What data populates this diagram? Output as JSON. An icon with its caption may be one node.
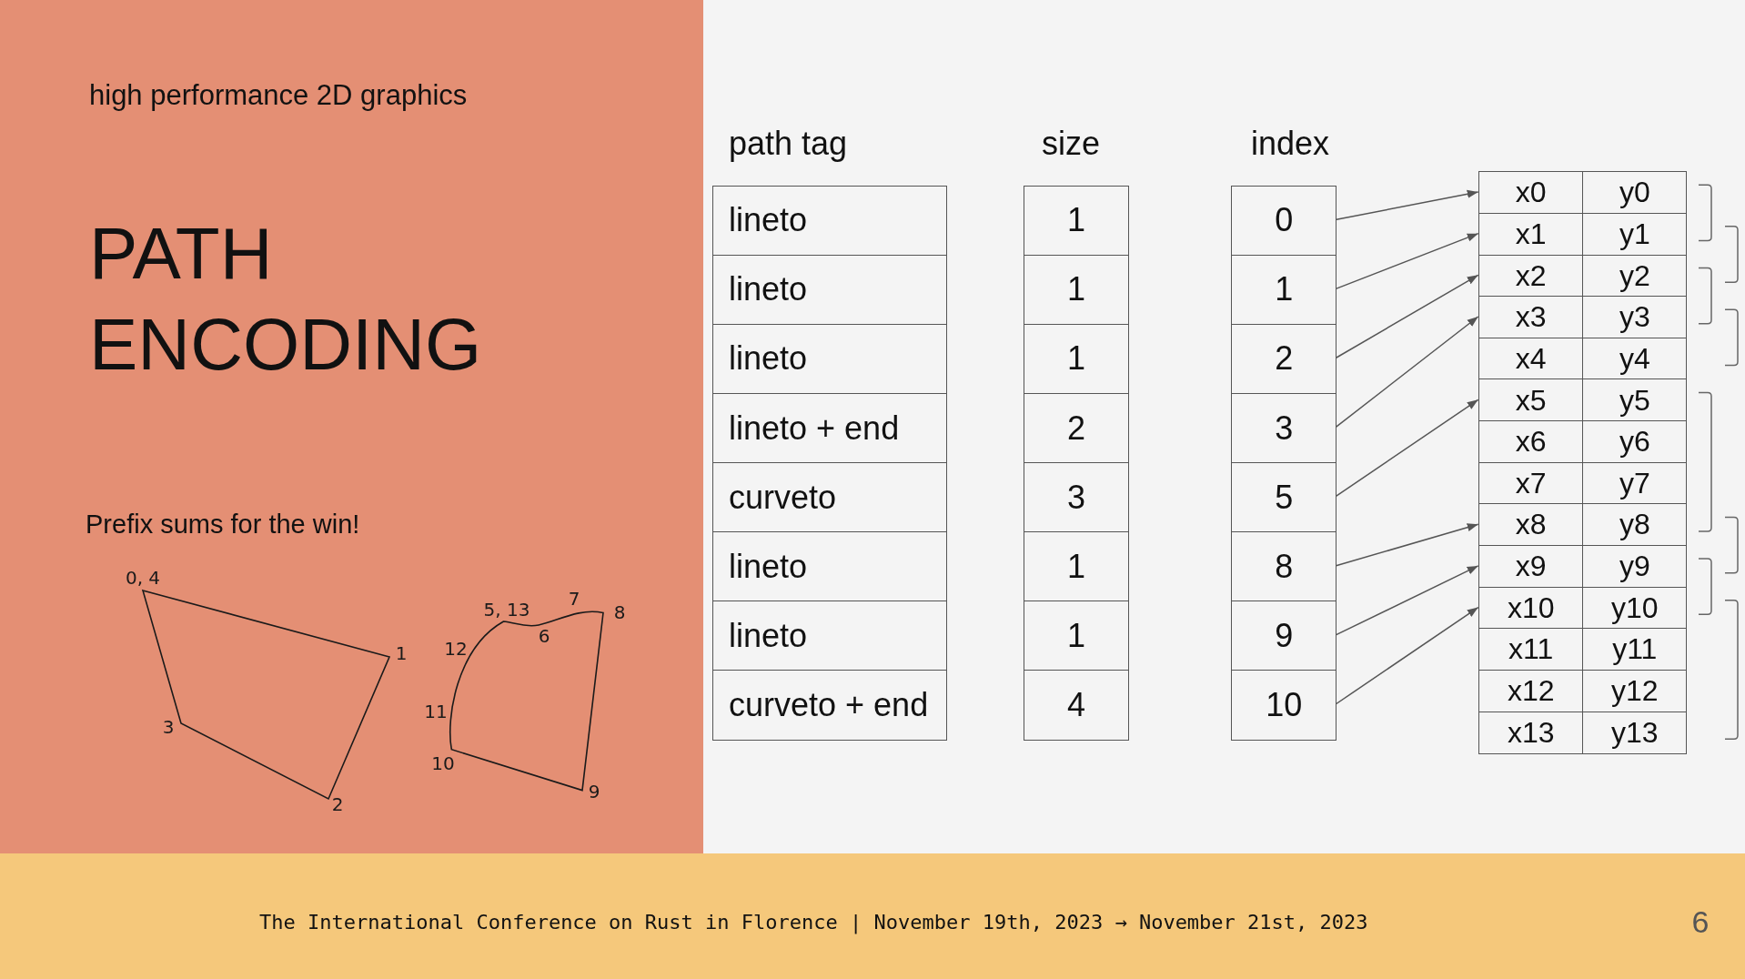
{
  "diagram": {
    "title": "PATH ENCODING",
    "nodes": [
      {
        "text": [
          "lineto"
        ]
      },
      {
        "text": [
          "lineto"
        ]
      },
      {
        "text": [
          "lineto"
        ]
      },
      {
        "text": [
          "lineto + end"
        ]
      },
      {
        "text": [
          "curveto"
        ]
      },
      {
        "text": [
          "lineto"
        ]
      },
      {
        "text": [
          "lineto"
        ]
      },
      {
        "text": [
          "curveto + end"
        ]
      },
      {
        "text": [
          "1"
        ]
      },
      {
        "text": [
          "1"
        ]
      },
      {
        "text": [
          "1"
        ]
      },
      {
        "text": [
          "2"
        ]
      },
      {
        "text": [
          "3"
        ]
      },
      {
        "text": [
          "1"
        ]
      },
      {
        "text": [
          "1"
        ]
      },
      {
        "text": [
          "4"
        ]
      },
      {
        "text": [
          "0"
        ]
      },
      {
        "text": [
          "1"
        ]
      },
      {
        "text": [
          "2"
        ]
      },
      {
        "text": [
          "3"
        ]
      },
      {
        "text": [
          "5"
        ]
      },
      {
        "text": [
          "8"
        ]
      },
      {
        "text": [
          "9"
        ]
      },
      {
        "text": [
          "10"
        ]
      },
      {
        "text": [
          "x0"
        ]
      },
      {
        "text": [
          "y0"
        ]
      },
      {
        "text": [
          "x1"
        ]
      },
      {
        "text": [
          "y1"
        ]
      },
      {
        "text": [
          "x2"
        ]
      },
      {
        "text": [
          "y2"
        ]
      },
      {
        "text": [
          "x3"
        ]
      },
      {
        "text": [
          "y3"
        ]
      },
      {
        "text": [
          "x4"
        ]
      },
      {
        "text": [
          "y4"
        ]
      },
      {
        "text": [
          "x5"
        ]
      },
      {
        "text": [
          "y5"
        ]
      },
      {
        "text": [
          "x6"
        ]
      },
      {
        "text": [
          "y6"
        ]
      },
      {
        "text": [
          "x7"
        ]
      },
      {
        "text": [
          "y7"
        ]
      },
      {
        "text": [
          "x8"
        ]
      },
      {
        "text": [
          "y8"
        ]
      },
      {
        "text": [
          "x9"
        ]
      },
      {
        "text": [
          "y9"
        ]
      },
      {
        "text": [
          "x10"
        ]
      },
      {
        "text": [
          "y10"
        ]
      },
      {
        "text": [
          "x11"
        ]
      },
      {
        "text": [
          "y11"
        ]
      },
      {
        "text": [
          "x12"
        ]
      },
      {
        "text": [
          "y12"
        ]
      },
      {
        "text": [
          "x13"
        ]
      },
      {
        "text": [
          "y13"
        ]
      }
    ],
    "edges": [
      {
        "from": 16,
        "to": 24,
        "arrow": "to"
      },
      {
        "from": 17,
        "to": 26,
        "arrow": "to"
      },
      {
        "from": 18,
        "to": 28,
        "arrow": "to"
      },
      {
        "from": 19,
        "to": 30,
        "arrow": "to"
      },
      {
        "from": 20,
        "to": 34,
        "arrow": "to"
      },
      {
        "from": 21,
        "to": 40,
        "arrow": "to"
      },
      {
        "from": 22,
        "to": 42,
        "arrow": "to"
      },
      {
        "from": 23,
        "to": 44,
        "arrow": "to"
      }
    ],
    "labels": [
      "high performance 2D graphics",
      "Prefix sums for the win!",
      "0, 4",
      "1",
      "3",
      "2",
      "7",
      "5, 13",
      "8",
      "6",
      "12",
      "11",
      "10",
      "9",
      "path tag",
      "size",
      "index",
      "The International Conference on Rust in Florence | November 19th, 2023 → November 21st, 2023",
      "6"
    ]
  }
}
